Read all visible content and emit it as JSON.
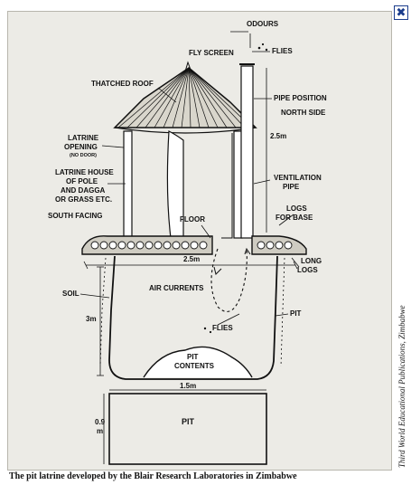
{
  "close_button": {
    "glyph": "✖"
  },
  "labels": {
    "odours": "ODOURS",
    "fly_screen": "FLY SCREEN",
    "flies_top": "FLIES",
    "thatched_roof": "THATCHED ROOF",
    "pipe_position_1": "PIPE POSITION",
    "pipe_position_2": "NORTH SIDE",
    "latrine_opening_1": "LATRINE",
    "latrine_opening_2": "OPENING",
    "no_door": "(NO DOOR)",
    "height_dim": "2.5m",
    "latrine_house_1": "LATRINE HOUSE",
    "latrine_house_2": "OF POLE",
    "latrine_house_3": "AND DAGGA",
    "latrine_house_4": "OR GRASS ETC.",
    "ventilation_1": "VENTILATION",
    "ventilation_2": "PIPE",
    "logs_base_1": "LOGS",
    "logs_base_2": "FOR BASE",
    "south_facing": "SOUTH FACING",
    "floor": "FLOOR",
    "width_dim": "2.5m",
    "long_logs_1": "LONG",
    "long_logs_2": "LOGS",
    "soil": "SOIL",
    "air_currents": "AIR CURRENTS",
    "pit_arrow": "PIT",
    "depth_dim": "3m",
    "flies_pit": "FLIES",
    "pit_contents_1": "PIT",
    "pit_contents_2": "CONTENTS",
    "plan_width": "1.5m",
    "plan_depth_1": "0.9",
    "plan_depth_2": "m",
    "plan_pit": "PIT"
  },
  "caption": "The pit latrine developed by the Blair Research Laboratories in Zimbabwe",
  "credit": "Third World Educational Publications, Zimbabwe"
}
